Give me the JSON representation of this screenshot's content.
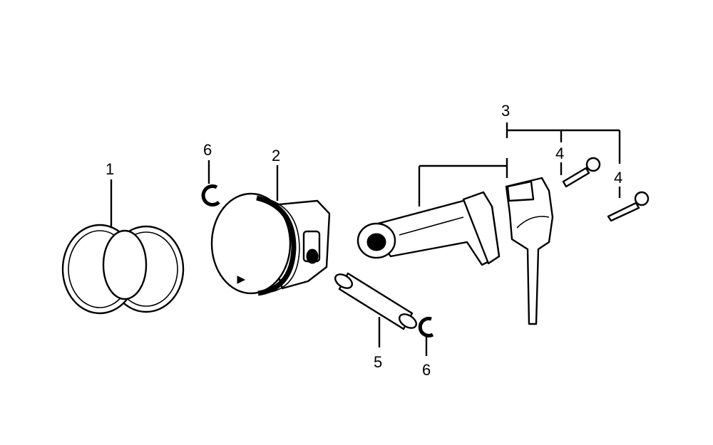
{
  "callouts": [
    {
      "id": "label-1",
      "text": "1"
    },
    {
      "id": "label-2",
      "text": "2"
    },
    {
      "id": "label-3",
      "text": "3"
    },
    {
      "id": "label-4a",
      "text": "4"
    },
    {
      "id": "label-4b",
      "text": "4"
    },
    {
      "id": "label-5",
      "text": "5"
    },
    {
      "id": "label-6a",
      "text": "6"
    },
    {
      "id": "label-6b",
      "text": "6"
    }
  ],
  "colors": {
    "ink": "#000000",
    "paper": "#ffffff"
  }
}
